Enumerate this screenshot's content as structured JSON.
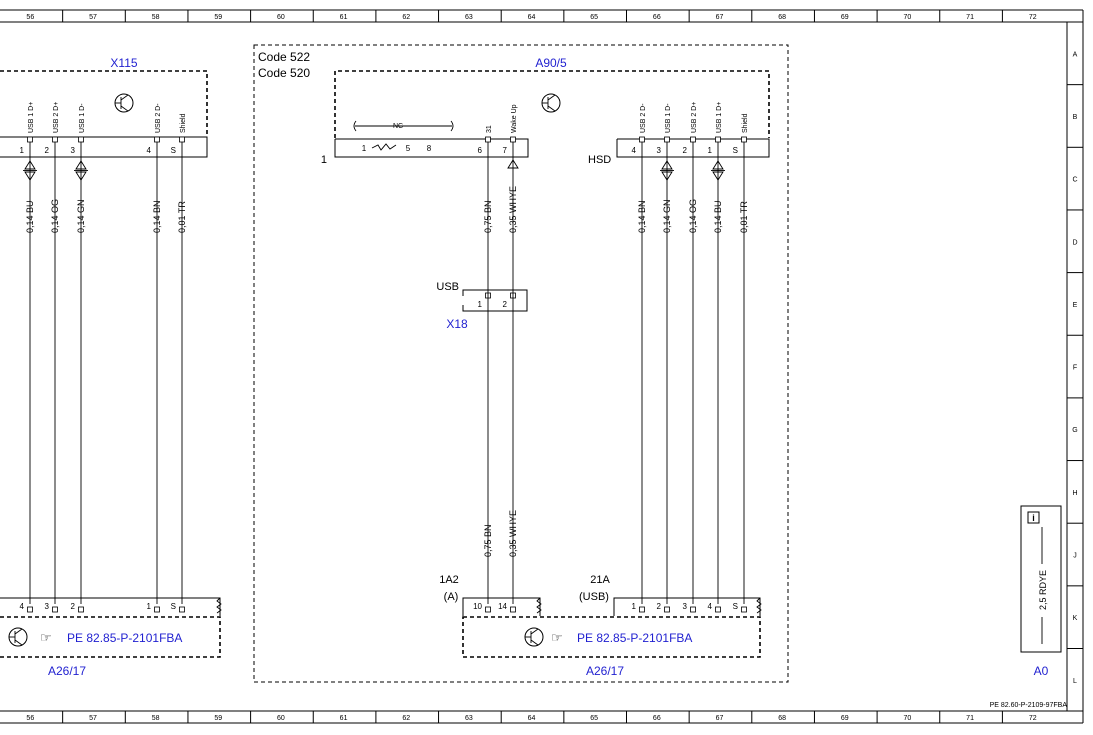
{
  "border": {
    "cols": [
      "56",
      "57",
      "58",
      "59",
      "60",
      "61",
      "62",
      "63",
      "64",
      "65",
      "66",
      "67",
      "68",
      "69",
      "70",
      "71",
      "72"
    ],
    "rows": [
      "A",
      "B",
      "C",
      "D",
      "E",
      "F",
      "G",
      "H",
      "J",
      "K",
      "L"
    ]
  },
  "doc_ref": "PE 82.60-P-2109-97FBA",
  "code_lines": [
    "Code 522",
    "Code 520"
  ],
  "x115": {
    "title": "X115",
    "signals": [
      "USB 1 D+",
      "USB 2 D+",
      "USB 1 D-",
      "USB 2 D-",
      "Shield"
    ],
    "top_pins": [
      "1",
      "2",
      "3",
      "4",
      "S"
    ],
    "wires": [
      "0,14 BU",
      "0,14 OG",
      "0,14 GN",
      "0,14 BN",
      "0,01 TR"
    ]
  },
  "a90": {
    "title": "A90/5",
    "nc_label": "NC",
    "nc_pins": [
      "1",
      "5",
      "8"
    ],
    "row_marker": "1",
    "signals_mid": [
      "31",
      "Wake Up"
    ],
    "pins_mid": [
      "6",
      "7"
    ],
    "hsd_label": "HSD",
    "signals_right": [
      "USB 2 D-",
      "USB 1 D-",
      "USB 2 D+",
      "USB 1 D+",
      "Shield"
    ],
    "pins_right": [
      "4",
      "3",
      "2",
      "1",
      "S"
    ],
    "wires_right": [
      "0,14 BN",
      "0,14 GN",
      "0,14 OG",
      "0,14 BU",
      "0,01 TR"
    ],
    "wires_mid_top": [
      "0,75 BN",
      "0,35 WHYE"
    ],
    "wires_mid_bottom": [
      "0,75 BN",
      "0,35 WHYE"
    ]
  },
  "x18": {
    "usb_label": "USB",
    "title": "X18",
    "pins": [
      "1",
      "2"
    ]
  },
  "a26_left": {
    "pins": [
      "4",
      "3",
      "2",
      "1",
      "S"
    ],
    "ref": "PE 82.85-P-2101FBA",
    "title": "A26/17"
  },
  "a26_right": {
    "conn1_label": "1A2",
    "conn1_sub": "(A)",
    "conn1_pins": [
      "10",
      "14"
    ],
    "conn2_label": "21A",
    "conn2_sub": "(USB)",
    "conn2_pins": [
      "1",
      "2",
      "3",
      "4",
      "S"
    ],
    "ref": "PE 82.85-P-2101FBA",
    "title": "A26/17"
  },
  "a0": {
    "info_icon": "i",
    "wire": "2,5 RDYE",
    "title": "A0"
  },
  "colors": {
    "blue_label": "#1f1fd0",
    "line": "#000000"
  }
}
